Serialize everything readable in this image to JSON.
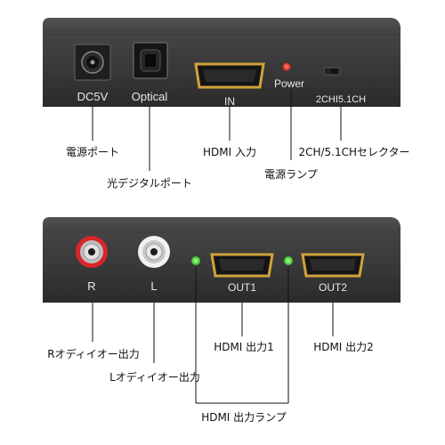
{
  "top_panel": {
    "dc_label": "DC5V",
    "optical_label": "Optical",
    "hdmi_in_label": "IN",
    "power_label": "Power",
    "switch_label": "2CHI5.1CH"
  },
  "bottom_panel": {
    "r_label": "R",
    "l_label": "L",
    "out1_label": "OUT1",
    "out2_label": "OUT2"
  },
  "callouts": {
    "power_port": "電源ポート",
    "optical_port": "光デジタルポート",
    "hdmi_in": "HDMI 入力",
    "selector": "2CH/5.1CHセレクター",
    "power_lamp": "電源ランプ",
    "r_audio": "Rオディイオー出力",
    "l_audio": "Lオディイオー出力",
    "hdmi_out1": "HDMI 出力1",
    "hdmi_out2": "HDMI 出力2",
    "hdmi_lamp": "HDMI 出力ランプ"
  },
  "colors": {
    "panel": "#3a3a3a",
    "power_led": "#e8261e",
    "hdmi_led": "#3fd23a",
    "rca_red": "#d8262a"
  }
}
